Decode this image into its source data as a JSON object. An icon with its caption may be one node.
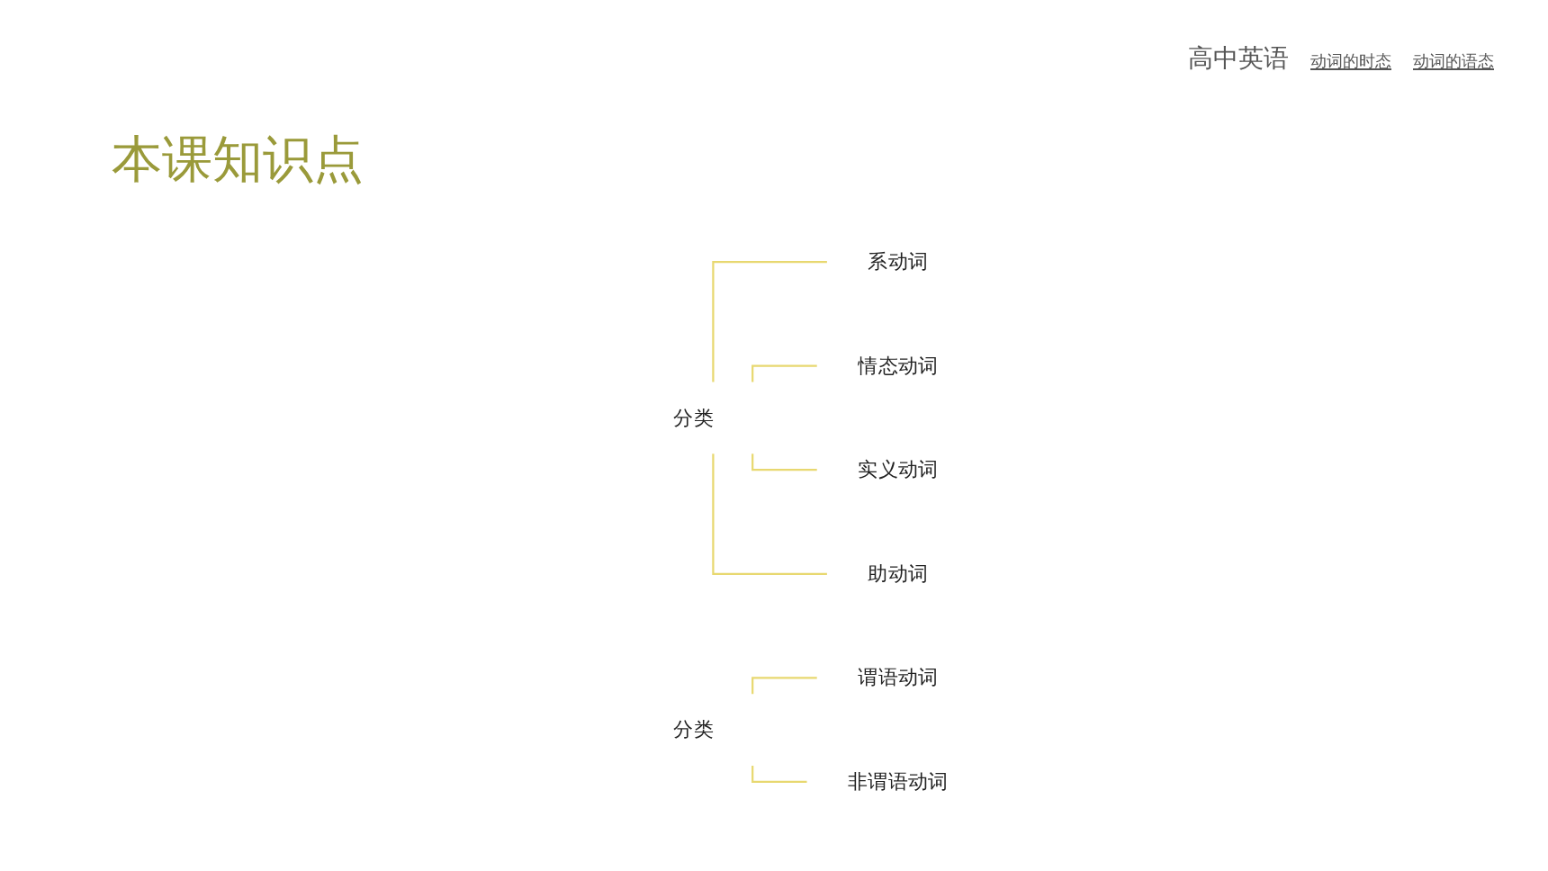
{
  "diagram": {
    "title": "本课知识点",
    "nodes": [
      {
        "text": [
          "分类"
        ]
      },
      {
        "text": [
          "系动词"
        ]
      },
      {
        "text": [
          "情态动词"
        ]
      },
      {
        "text": [
          "实义动词"
        ]
      },
      {
        "text": [
          "助动词"
        ]
      },
      {
        "text": [
          "分类"
        ]
      },
      {
        "text": [
          "谓语动词"
        ]
      },
      {
        "text": [
          "非谓语动词"
        ]
      }
    ],
    "edges": [
      {
        "from": 0,
        "to": 1,
        "arrow": "none"
      },
      {
        "from": 0,
        "to": 2,
        "arrow": "none"
      },
      {
        "from": 0,
        "to": 3,
        "arrow": "none"
      },
      {
        "from": 0,
        "to": 4,
        "arrow": "none"
      },
      {
        "from": 5,
        "to": 6,
        "arrow": "none"
      },
      {
        "from": 5,
        "to": 7,
        "arrow": "none"
      }
    ],
    "labels": [
      "高中英语",
      "动词的时态",
      "动词的语态"
    ]
  }
}
